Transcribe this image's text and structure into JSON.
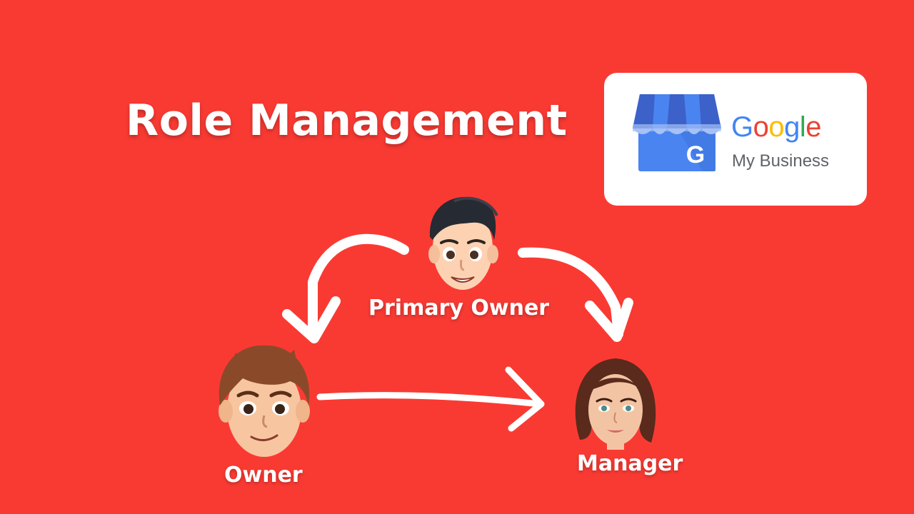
{
  "title": "Role Management",
  "logo": {
    "brand_letters": [
      "G",
      "o",
      "o",
      "g",
      "l",
      "e"
    ],
    "product": "My Business",
    "badge_letter": "G"
  },
  "roles": {
    "primary_owner": "Primary Owner",
    "owner": "Owner",
    "manager": "Manager"
  },
  "colors": {
    "background": "#f93a33",
    "arrow": "#ffffff",
    "store_blue": "#4a84f1",
    "awning_dark": "#3c61c9"
  }
}
